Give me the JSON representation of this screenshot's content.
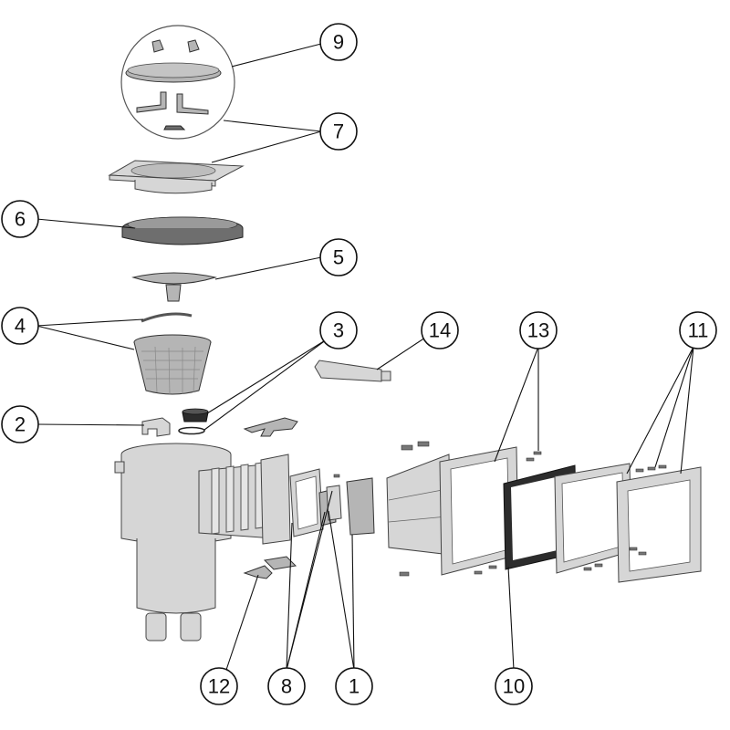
{
  "callouts": [
    {
      "id": "9",
      "label": "9"
    },
    {
      "id": "7",
      "label": "7"
    },
    {
      "id": "6",
      "label": "6"
    },
    {
      "id": "5",
      "label": "5"
    },
    {
      "id": "4",
      "label": "4"
    },
    {
      "id": "3",
      "label": "3"
    },
    {
      "id": "14",
      "label": "14"
    },
    {
      "id": "13",
      "label": "13"
    },
    {
      "id": "11",
      "label": "11"
    },
    {
      "id": "2",
      "label": "2"
    },
    {
      "id": "12",
      "label": "12"
    },
    {
      "id": "8",
      "label": "8"
    },
    {
      "id": "1",
      "label": "1"
    },
    {
      "id": "10",
      "label": "10"
    }
  ]
}
